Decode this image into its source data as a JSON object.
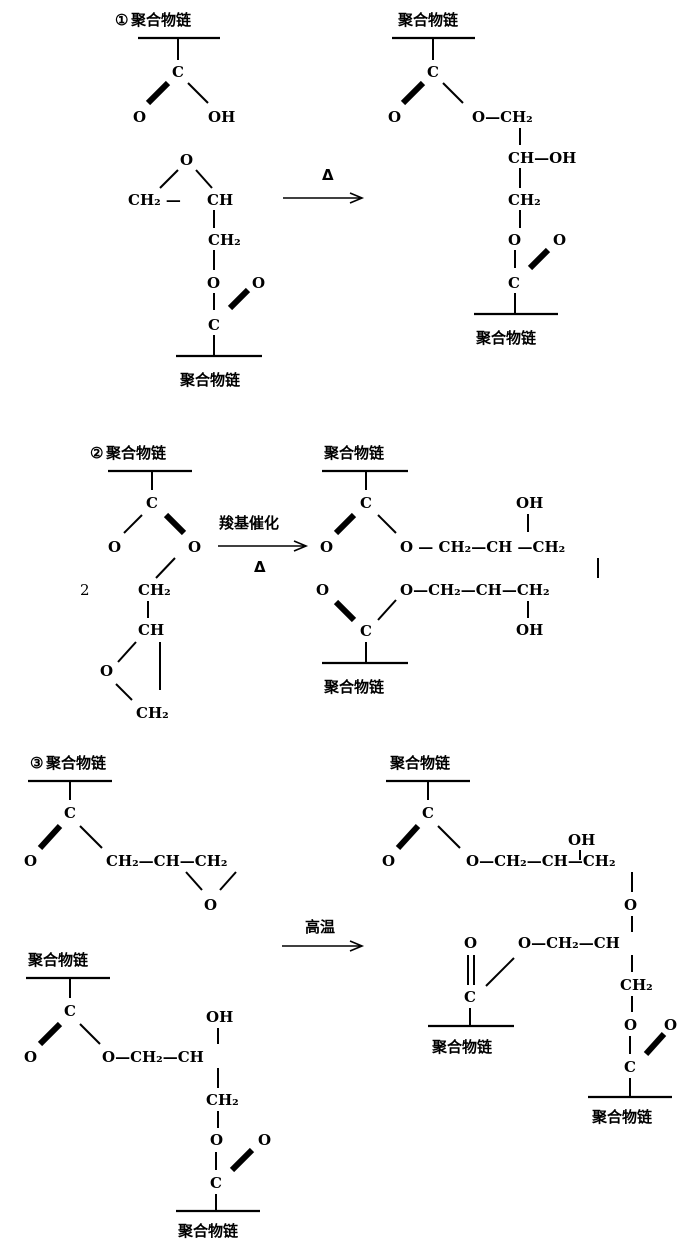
{
  "labels": {
    "polymer_chain": "聚合物链",
    "marker_1": "①",
    "marker_2": "②",
    "marker_3": "③",
    "coefficient_2": "2"
  },
  "conditions": {
    "reaction_1": "Δ",
    "reaction_2_catalyst": "羧基催化",
    "reaction_2_heat": "Δ",
    "reaction_3": "高温"
  },
  "atoms": {
    "C": "C",
    "O": "O",
    "OH": "OH",
    "CH": "CH",
    "CH2": "CH₂",
    "CH2_dash": "CH₂ —",
    "O_CH2": "O—CH₂",
    "CH_OH": "CH—OH",
    "O_dash_CH2_CH_CH2": "O — CH₂—CH —CH₂",
    "O_CH2_CH_CH2": "O—CH₂—CH—CH₂",
    "CH2_CH_CH2": "CH₂—CH—CH₂",
    "O_CH2_CH": "O—CH₂—CH",
    "O_CH2_CH_CH2_b": "O—CH₂—CH—CH₂"
  }
}
